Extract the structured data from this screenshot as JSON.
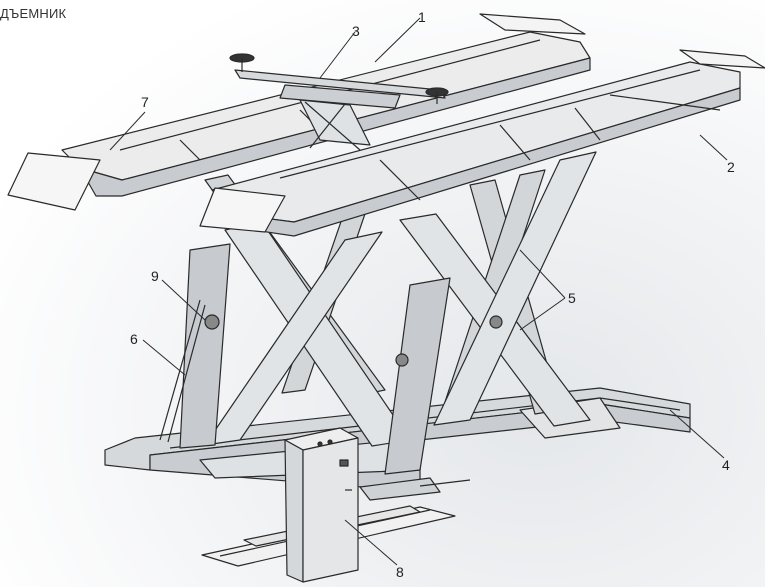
{
  "header": {
    "title": "ДЪЕМНИК"
  },
  "callouts": [
    "1",
    "2",
    "3",
    "4",
    "5",
    "6",
    "7",
    "8",
    "9"
  ],
  "colors": {
    "line": "#2a2a2a",
    "platform_top": "#ececec",
    "platform_side": "#cfd2d5",
    "metal": "#d9dcdf",
    "ramp": "#f4f4f4"
  },
  "icons": {
    "lift": "scissor-lift-drawing",
    "console": "control-console",
    "jack": "rolling-jack"
  }
}
